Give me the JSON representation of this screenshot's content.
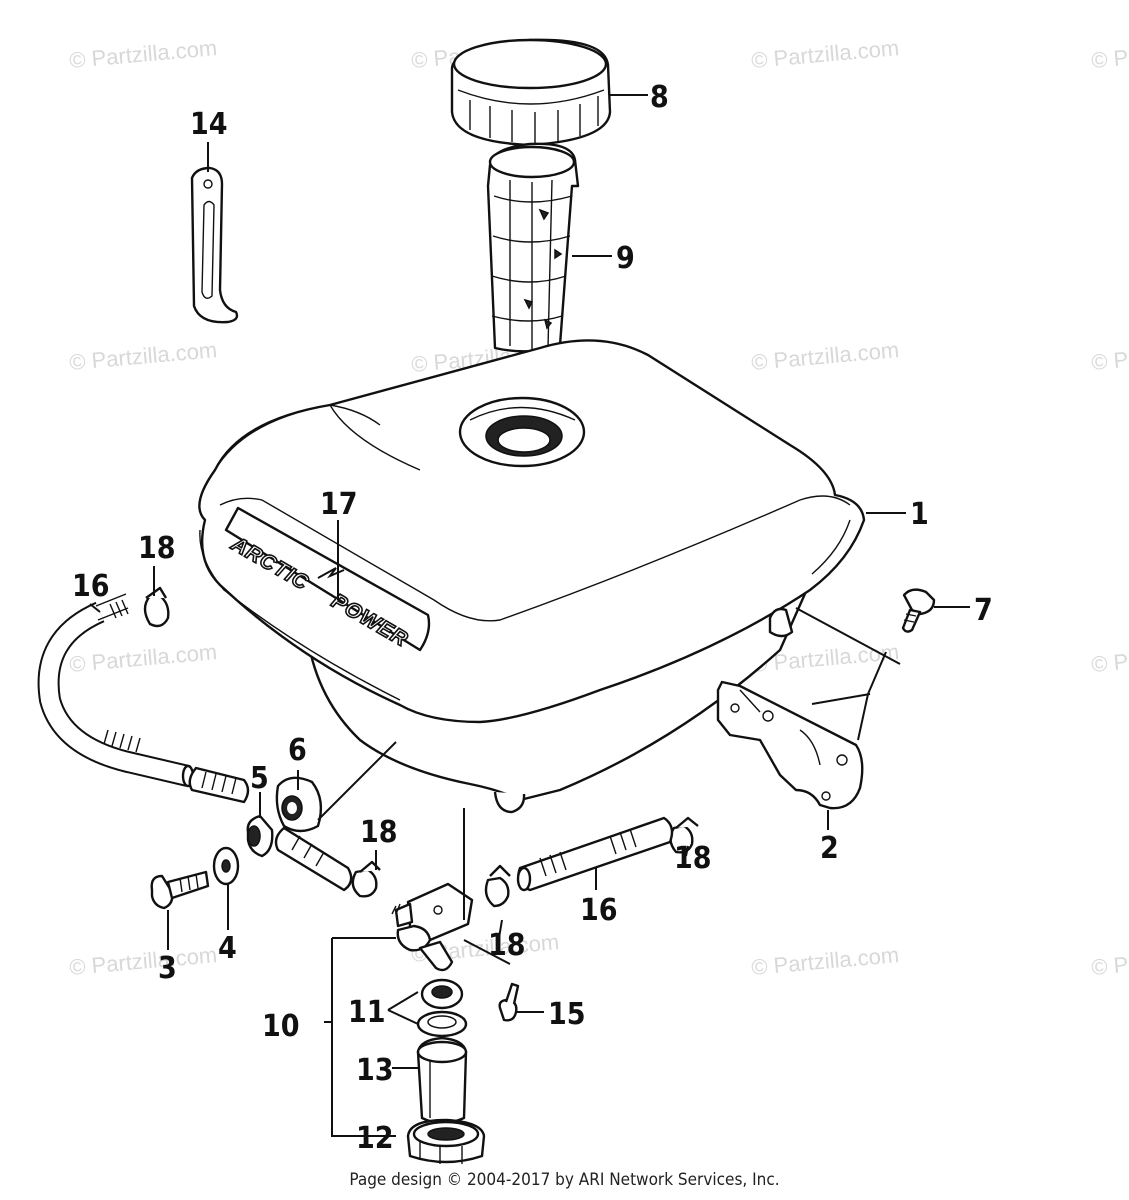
{
  "watermark_text": "© Partzilla.com",
  "footer": "Page design © 2004-2017 by ARI Network Services, Inc.",
  "tank_logo": {
    "word1": "ARCTIC",
    "word2": "POWER"
  },
  "callouts": {
    "c1": "1",
    "c2": "2",
    "c3": "3",
    "c4": "4",
    "c5": "5",
    "c6": "6",
    "c7": "7",
    "c8": "8",
    "c9": "9",
    "c10": "10",
    "c11": "11",
    "c12": "12",
    "c13": "13",
    "c14": "14",
    "c15": "15",
    "c16a": "16",
    "c16b": "16",
    "c17": "17",
    "c18a": "18",
    "c18b": "18",
    "c18c": "18",
    "c18d": "18"
  }
}
